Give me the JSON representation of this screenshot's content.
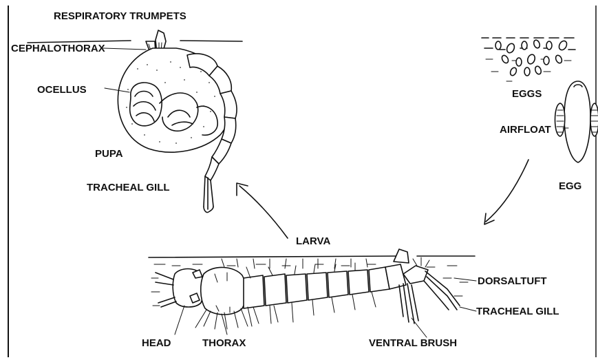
{
  "labels": {
    "respiratory_trumpets": "RESPIRATORY TRUMPETS",
    "cephalothorax": "CEPHALOTHORAX",
    "ocellus": "OCELLUS",
    "pupa": "PUPA",
    "tracheal_gill_pupa": "TRACHEAL GILL",
    "eggs": "EGGS",
    "airfloat": "AIRFLOAT",
    "egg": "EGG",
    "larva": "LARVA",
    "dorsaltuft": "DORSALTUFT",
    "tracheal_gill_larva": "TRACHEAL GILL",
    "head": "HEAD",
    "thorax": "THORAX",
    "ventral_brush": "VENTRAL BRUSH"
  },
  "colors": {
    "ink": "#111111",
    "background": "#ffffff"
  }
}
